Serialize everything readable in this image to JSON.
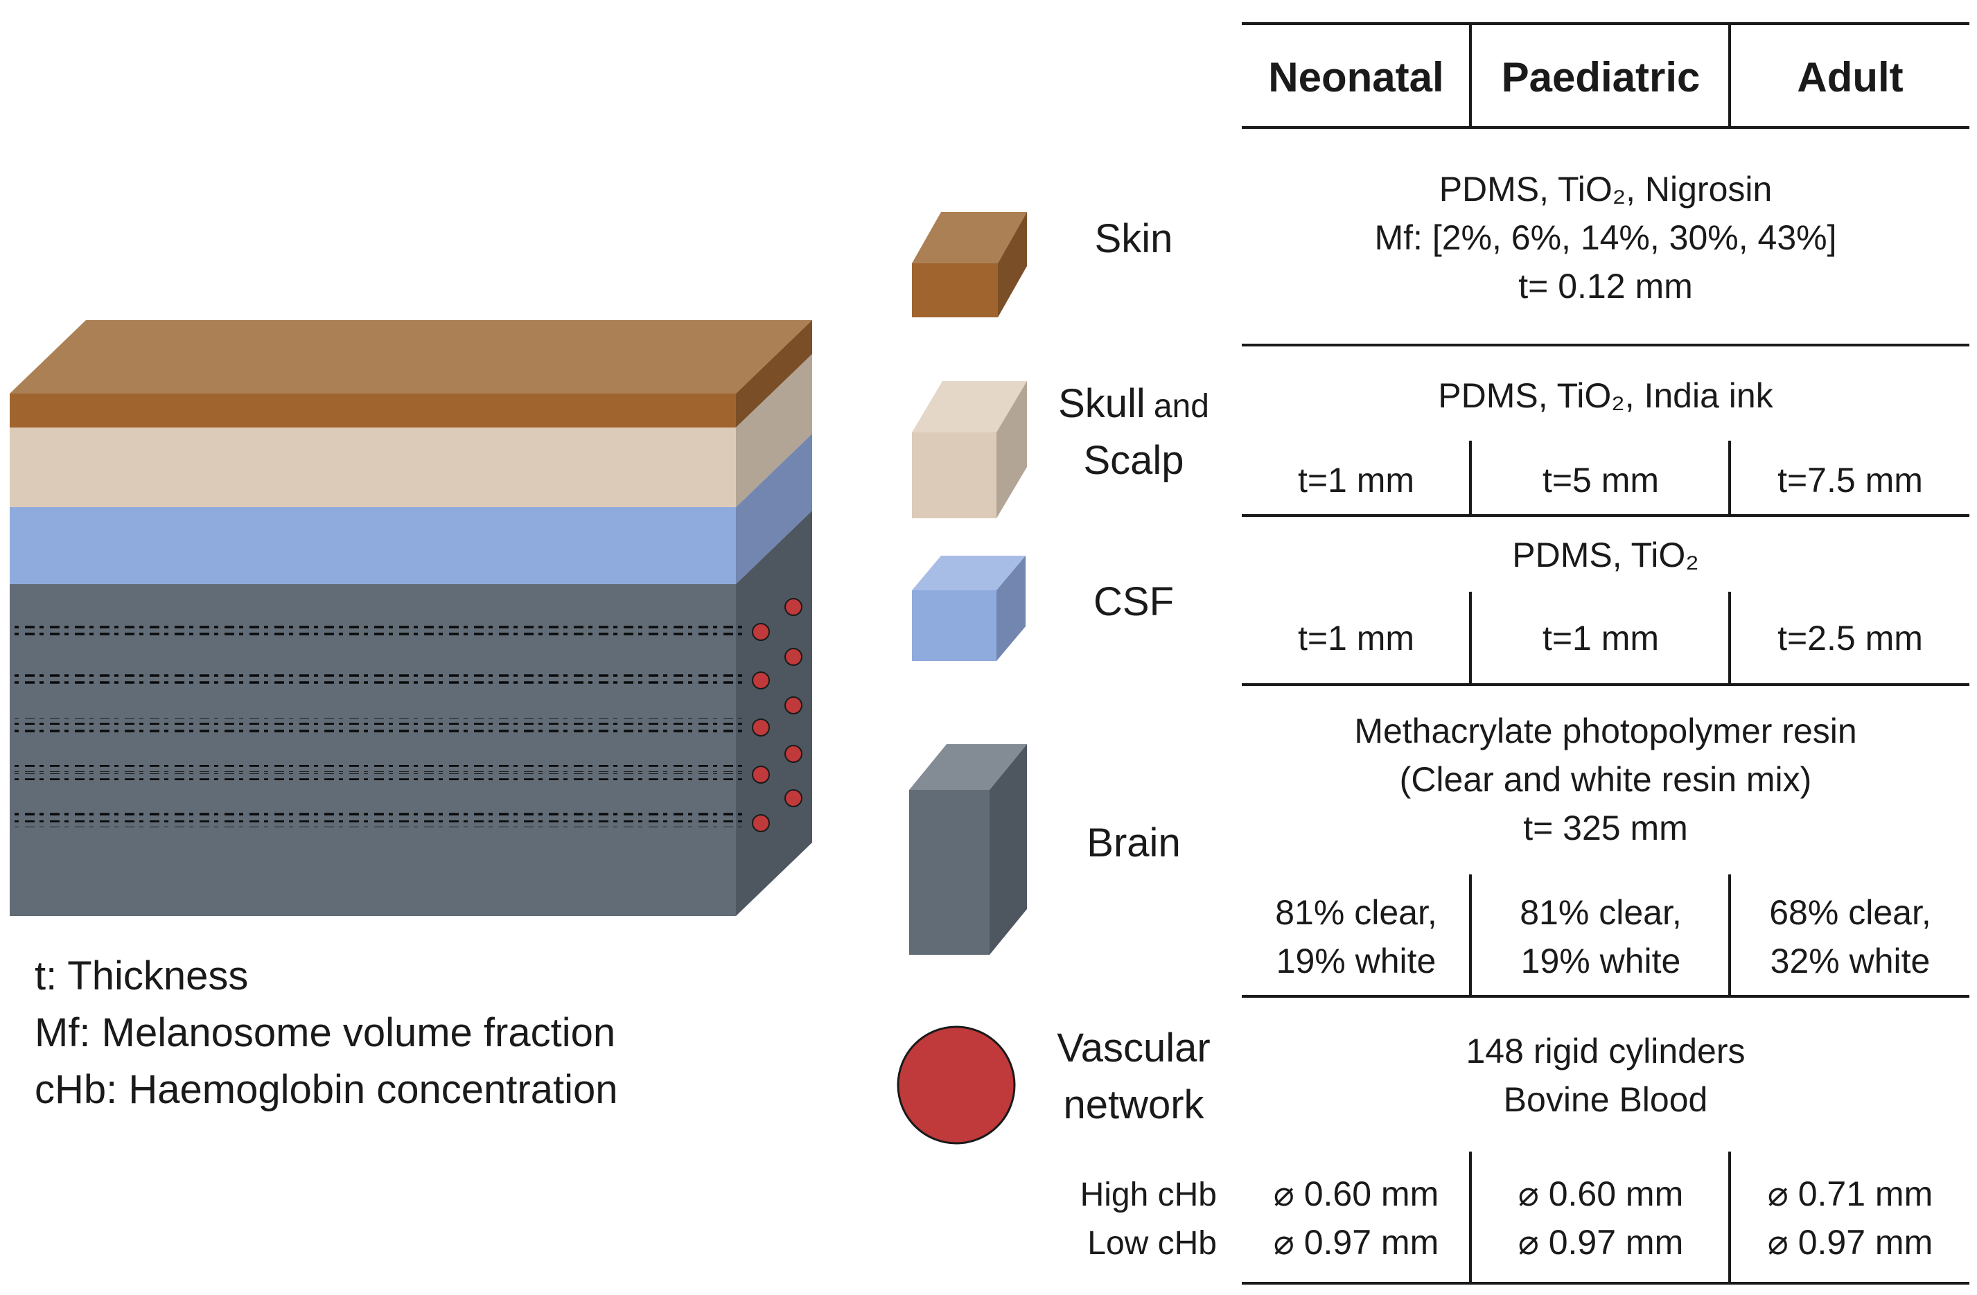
{
  "columns": [
    "Neonatal",
    "Paediatric",
    "Adult"
  ],
  "legend": [
    "t: Thickness",
    "Mf: Melanosome volume fraction",
    "cHb: Haemoglobin concentration"
  ],
  "colors": {
    "skin_front": "#a0652f",
    "skin_top": "#ac8055",
    "skin_side": "#7a4f27",
    "skull_front": "#dccbb8",
    "skull_top": "#e5d7c8",
    "skull_side": "#b3a595",
    "csf_front": "#8faadd",
    "csf_top": "#a8bde6",
    "csf_side": "#7286b0",
    "brain_front": "#626c76",
    "brain_top": "#838c95",
    "brain_side": "#4e5760",
    "vessel": "#c0393b",
    "vessel_edge": "#1a1a1a"
  },
  "layers": {
    "skin": {
      "name": "Skin",
      "materials": "PDMS, TiO₂, Nigrosin",
      "mf": "Mf: [2%, 6%, 14%, 30%, 43%]",
      "thickness": "t= 0.12 mm"
    },
    "skull": {
      "name_line1": "Skull",
      "name_and": "and",
      "name_line2": "Scalp",
      "materials": "PDMS, TiO₂, India ink",
      "values": [
        "t=1 mm",
        "t=5 mm",
        "t=7.5 mm"
      ]
    },
    "csf": {
      "name": "CSF",
      "materials": "PDMS, TiO₂",
      "values": [
        "t=1 mm",
        "t=1 mm",
        "t=2.5 mm"
      ]
    },
    "brain": {
      "name": "Brain",
      "line1": "Methacrylate photopolymer resin",
      "line2": "(Clear and white resin mix)",
      "thickness": "t= 325 mm",
      "values": [
        [
          "81% clear,",
          "19% white"
        ],
        [
          "81% clear,",
          "19% white"
        ],
        [
          "68% clear,",
          "32% white"
        ]
      ]
    },
    "vascular": {
      "name_line1": "Vascular",
      "name_line2": "network",
      "line1": "148 rigid cylinders",
      "line2": "Bovine Blood",
      "row_labels": [
        "High cHb",
        "Low cHb"
      ],
      "values": [
        [
          "⌀ 0.60 mm",
          "⌀ 0.97 mm"
        ],
        [
          "⌀ 0.60 mm",
          "⌀ 0.97 mm"
        ],
        [
          "⌀ 0.71 mm",
          "⌀ 0.97 mm"
        ]
      ]
    }
  }
}
